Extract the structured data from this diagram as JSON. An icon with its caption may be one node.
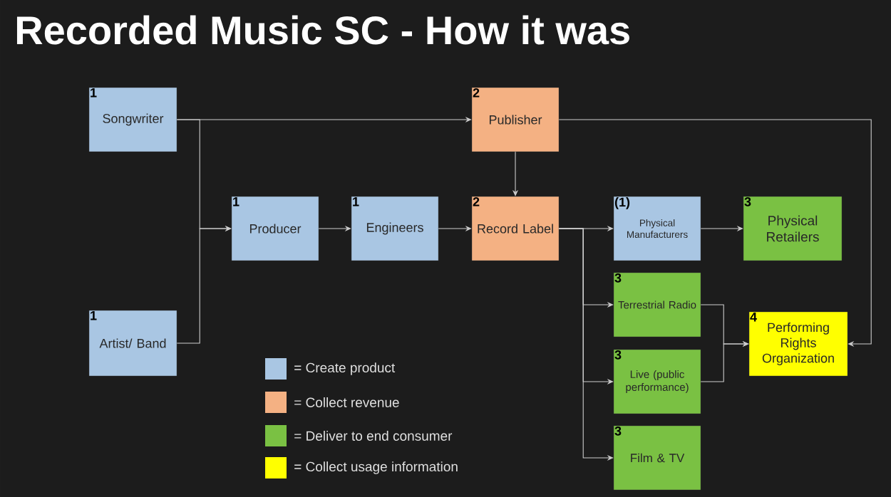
{
  "diagram": {
    "title": "Recorded Music SC - How it was",
    "nodes": [
      {
        "text": [
          "1",
          "Songwriter"
        ]
      },
      {
        "text": [
          "2",
          "Publisher"
        ]
      },
      {
        "text": [
          "1",
          "Producer"
        ]
      },
      {
        "text": [
          "1",
          "Engineers"
        ]
      },
      {
        "text": [
          "2",
          "Record Label"
        ]
      },
      {
        "text": [
          "(1)",
          "Physical Manufacturers"
        ]
      },
      {
        "text": [
          "3",
          "Physical Retailers"
        ]
      },
      {
        "text": [
          "1",
          "Artist/ Band"
        ]
      },
      {
        "text": [
          "3",
          "Terrestrial Radio"
        ]
      },
      {
        "text": [
          "4",
          "Performing Rights Organization"
        ]
      },
      {
        "text": [
          "3",
          "Live (public performance)"
        ]
      },
      {
        "text": [
          "3",
          "Film & TV"
        ]
      }
    ],
    "edges": [
      {
        "from": 0,
        "to": 1,
        "arrow": "to"
      },
      {
        "from": 0,
        "to": 2,
        "arrow": "to"
      },
      {
        "from": 7,
        "to": 2,
        "arrow": "to"
      },
      {
        "from": 2,
        "to": 3,
        "arrow": "to"
      },
      {
        "from": 3,
        "to": 4,
        "arrow": "to"
      },
      {
        "from": 1,
        "to": 4,
        "arrow": "to"
      },
      {
        "from": 4,
        "to": 5,
        "arrow": "to"
      },
      {
        "from": 4,
        "to": 8,
        "arrow": "to"
      },
      {
        "from": 4,
        "to": 10,
        "arrow": "to"
      },
      {
        "from": 4,
        "to": 11,
        "arrow": "to"
      },
      {
        "from": 5,
        "to": 6,
        "arrow": "to"
      },
      {
        "from": 1,
        "to": 9,
        "arrow": "to"
      },
      {
        "from": 8,
        "to": 9,
        "arrow": "to"
      },
      {
        "from": 10,
        "to": 9,
        "arrow": "to"
      }
    ],
    "legend": [
      {
        "text": "= Create product",
        "color": "#a9c6e3"
      },
      {
        "text": "= Collect revenue",
        "color": "#f4b183"
      },
      {
        "text": "= Deliver to end consumer",
        "color": "#7ac143"
      },
      {
        "text": "= Collect usage information",
        "color": "#ffff00"
      }
    ]
  }
}
